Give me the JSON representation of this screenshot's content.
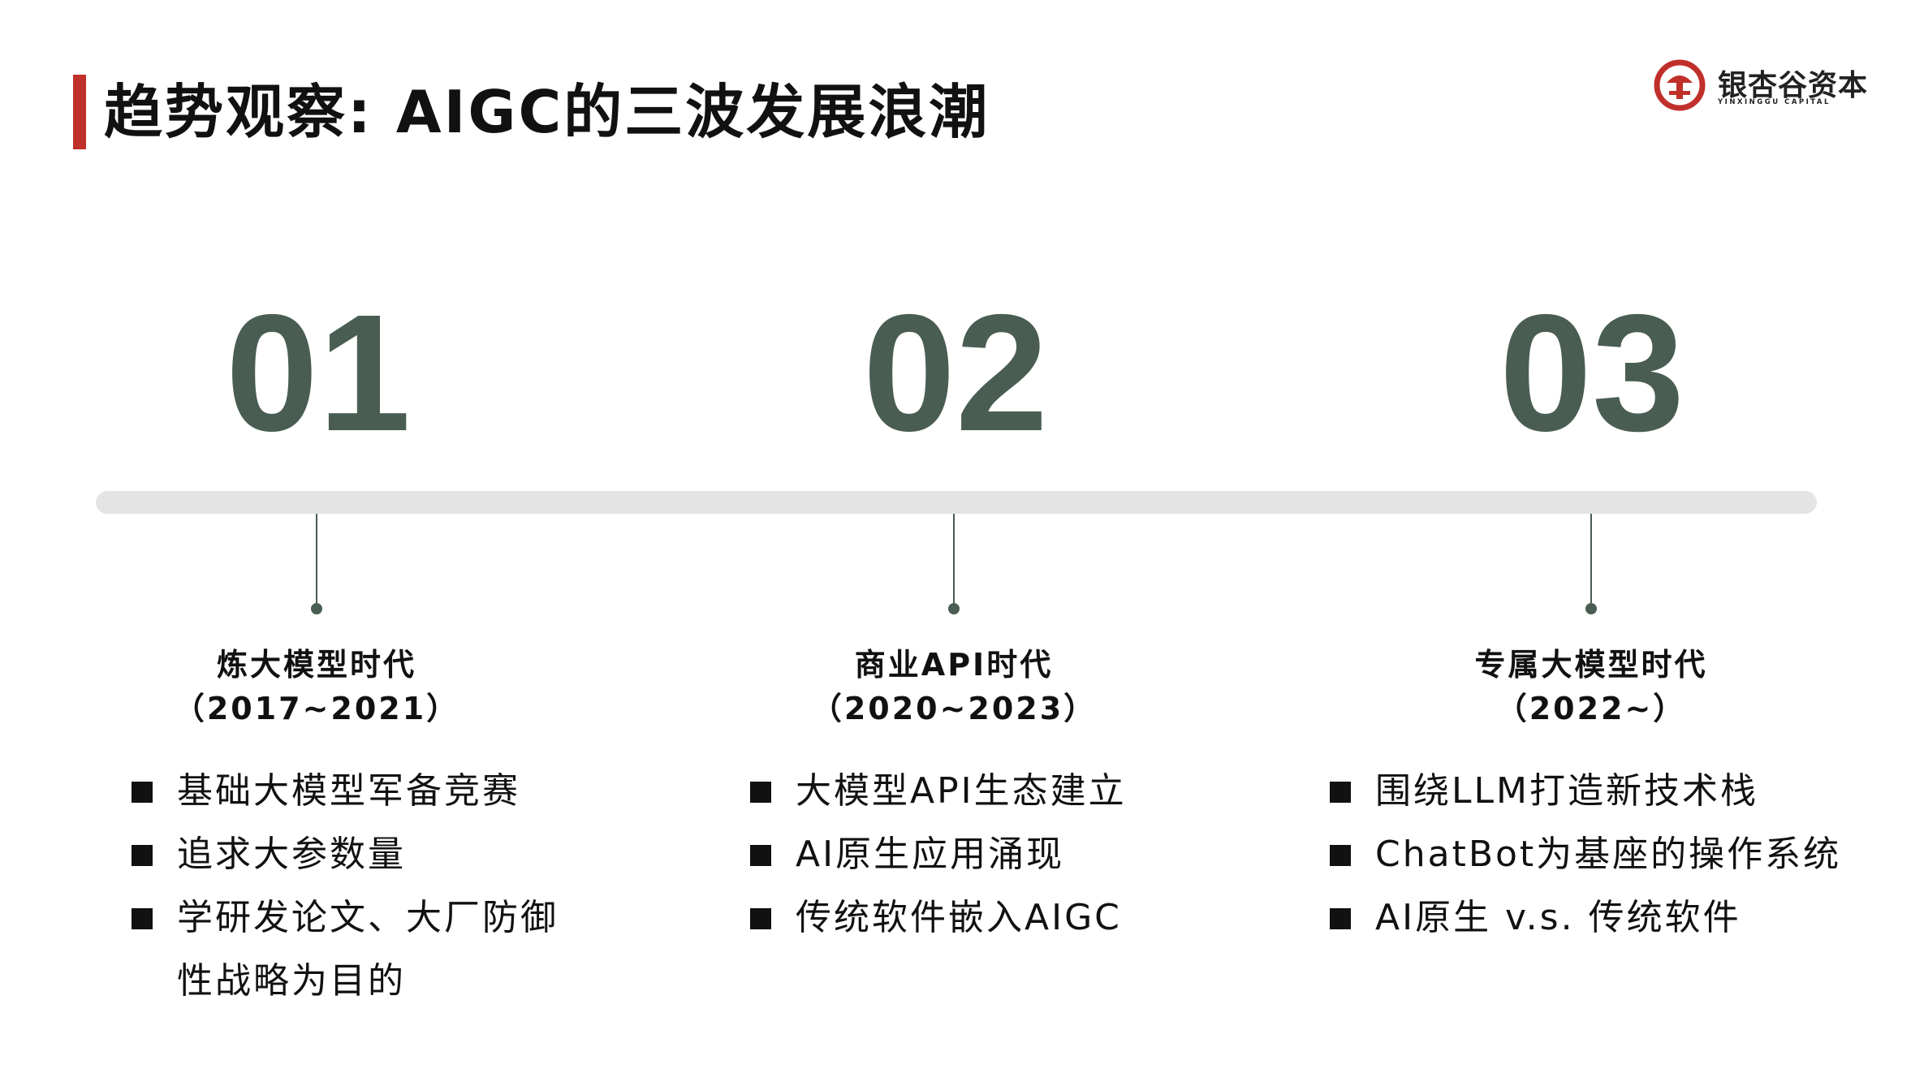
{
  "header": {
    "title": "趋势观察: AIGC的三波发展浪潮"
  },
  "logo": {
    "name": "银杏谷资本",
    "subtitle": "YINXINGGU CAPITAL",
    "icon": "ginkgo-seal-icon"
  },
  "colors": {
    "accent": "#c0302a",
    "number": "#4a5d52",
    "timeline": "#e3e4e3",
    "text": "#111111"
  },
  "phases": [
    {
      "number": "01",
      "name": "炼大模型时代",
      "years": "（2017~2021）",
      "bullets": [
        "基础大模型军备竞赛",
        "追求大参数量",
        "学研发论文、大厂防御",
        "性战略为目的"
      ]
    },
    {
      "number": "02",
      "name": "商业API时代",
      "years": "（2020~2023）",
      "bullets": [
        "大模型API生态建立",
        "AI原生应用涌现",
        "传统软件嵌入AIGC"
      ]
    },
    {
      "number": "03",
      "name": "专属大模型时代",
      "years": "（2022~）",
      "bullets": [
        "围绕LLM打造新技术栈",
        "ChatBot为基座的操作系统",
        "AI原生 v.s. 传统软件"
      ]
    }
  ]
}
